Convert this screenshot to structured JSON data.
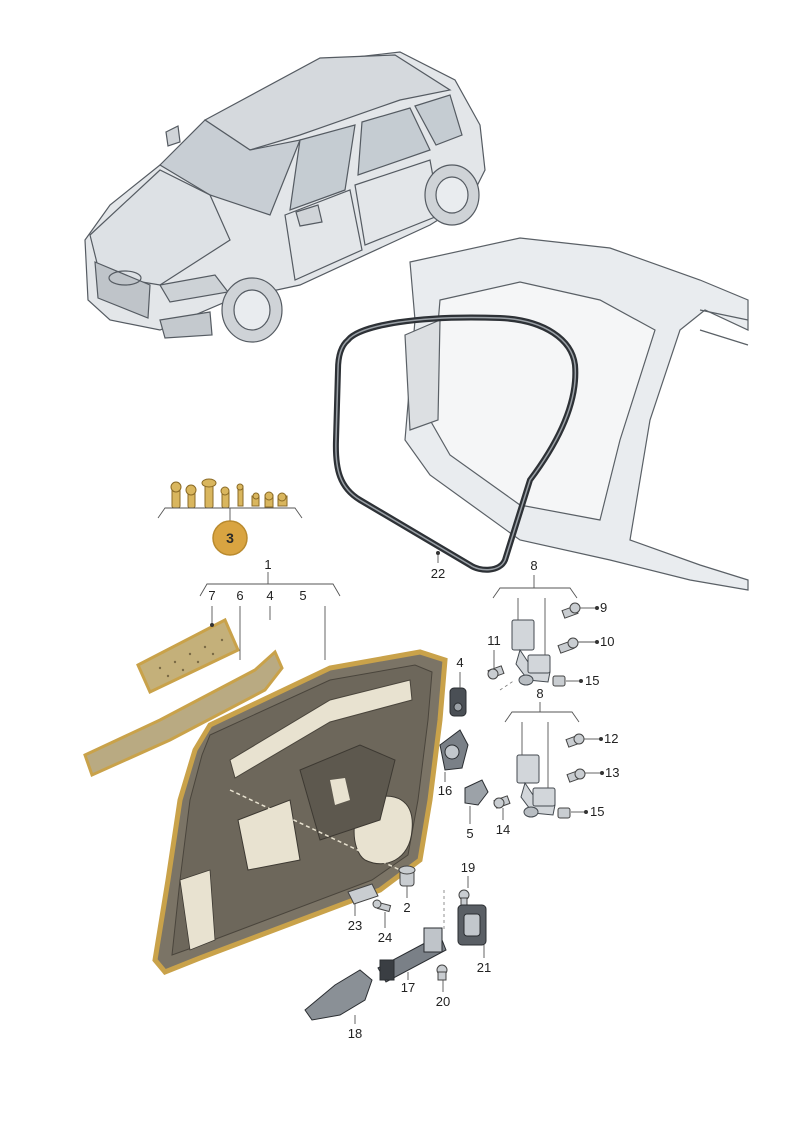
{
  "diagram": {
    "set_badge": "3",
    "callouts": {
      "c1": "1",
      "c2": "2",
      "c4a": "4",
      "c4b": "4",
      "c5a": "5",
      "c5b": "5",
      "c6": "6",
      "c7": "7",
      "c8a": "8",
      "c8b": "8",
      "c9": "9",
      "c10": "10",
      "c11": "11",
      "c12": "12",
      "c13": "13",
      "c14": "14",
      "c15a": "15",
      "c15b": "15",
      "c16": "16",
      "c17": "17",
      "c18": "18",
      "c19": "19",
      "c20": "20",
      "c21": "21",
      "c22": "22",
      "c23": "23",
      "c24": "24"
    },
    "colors": {
      "highlight": "#c9a24a",
      "badge_fill": "#d9a441",
      "part_fill": "#d4d8dc",
      "line": "#4a4f55",
      "panel_fill": "#e8e2d0"
    }
  }
}
